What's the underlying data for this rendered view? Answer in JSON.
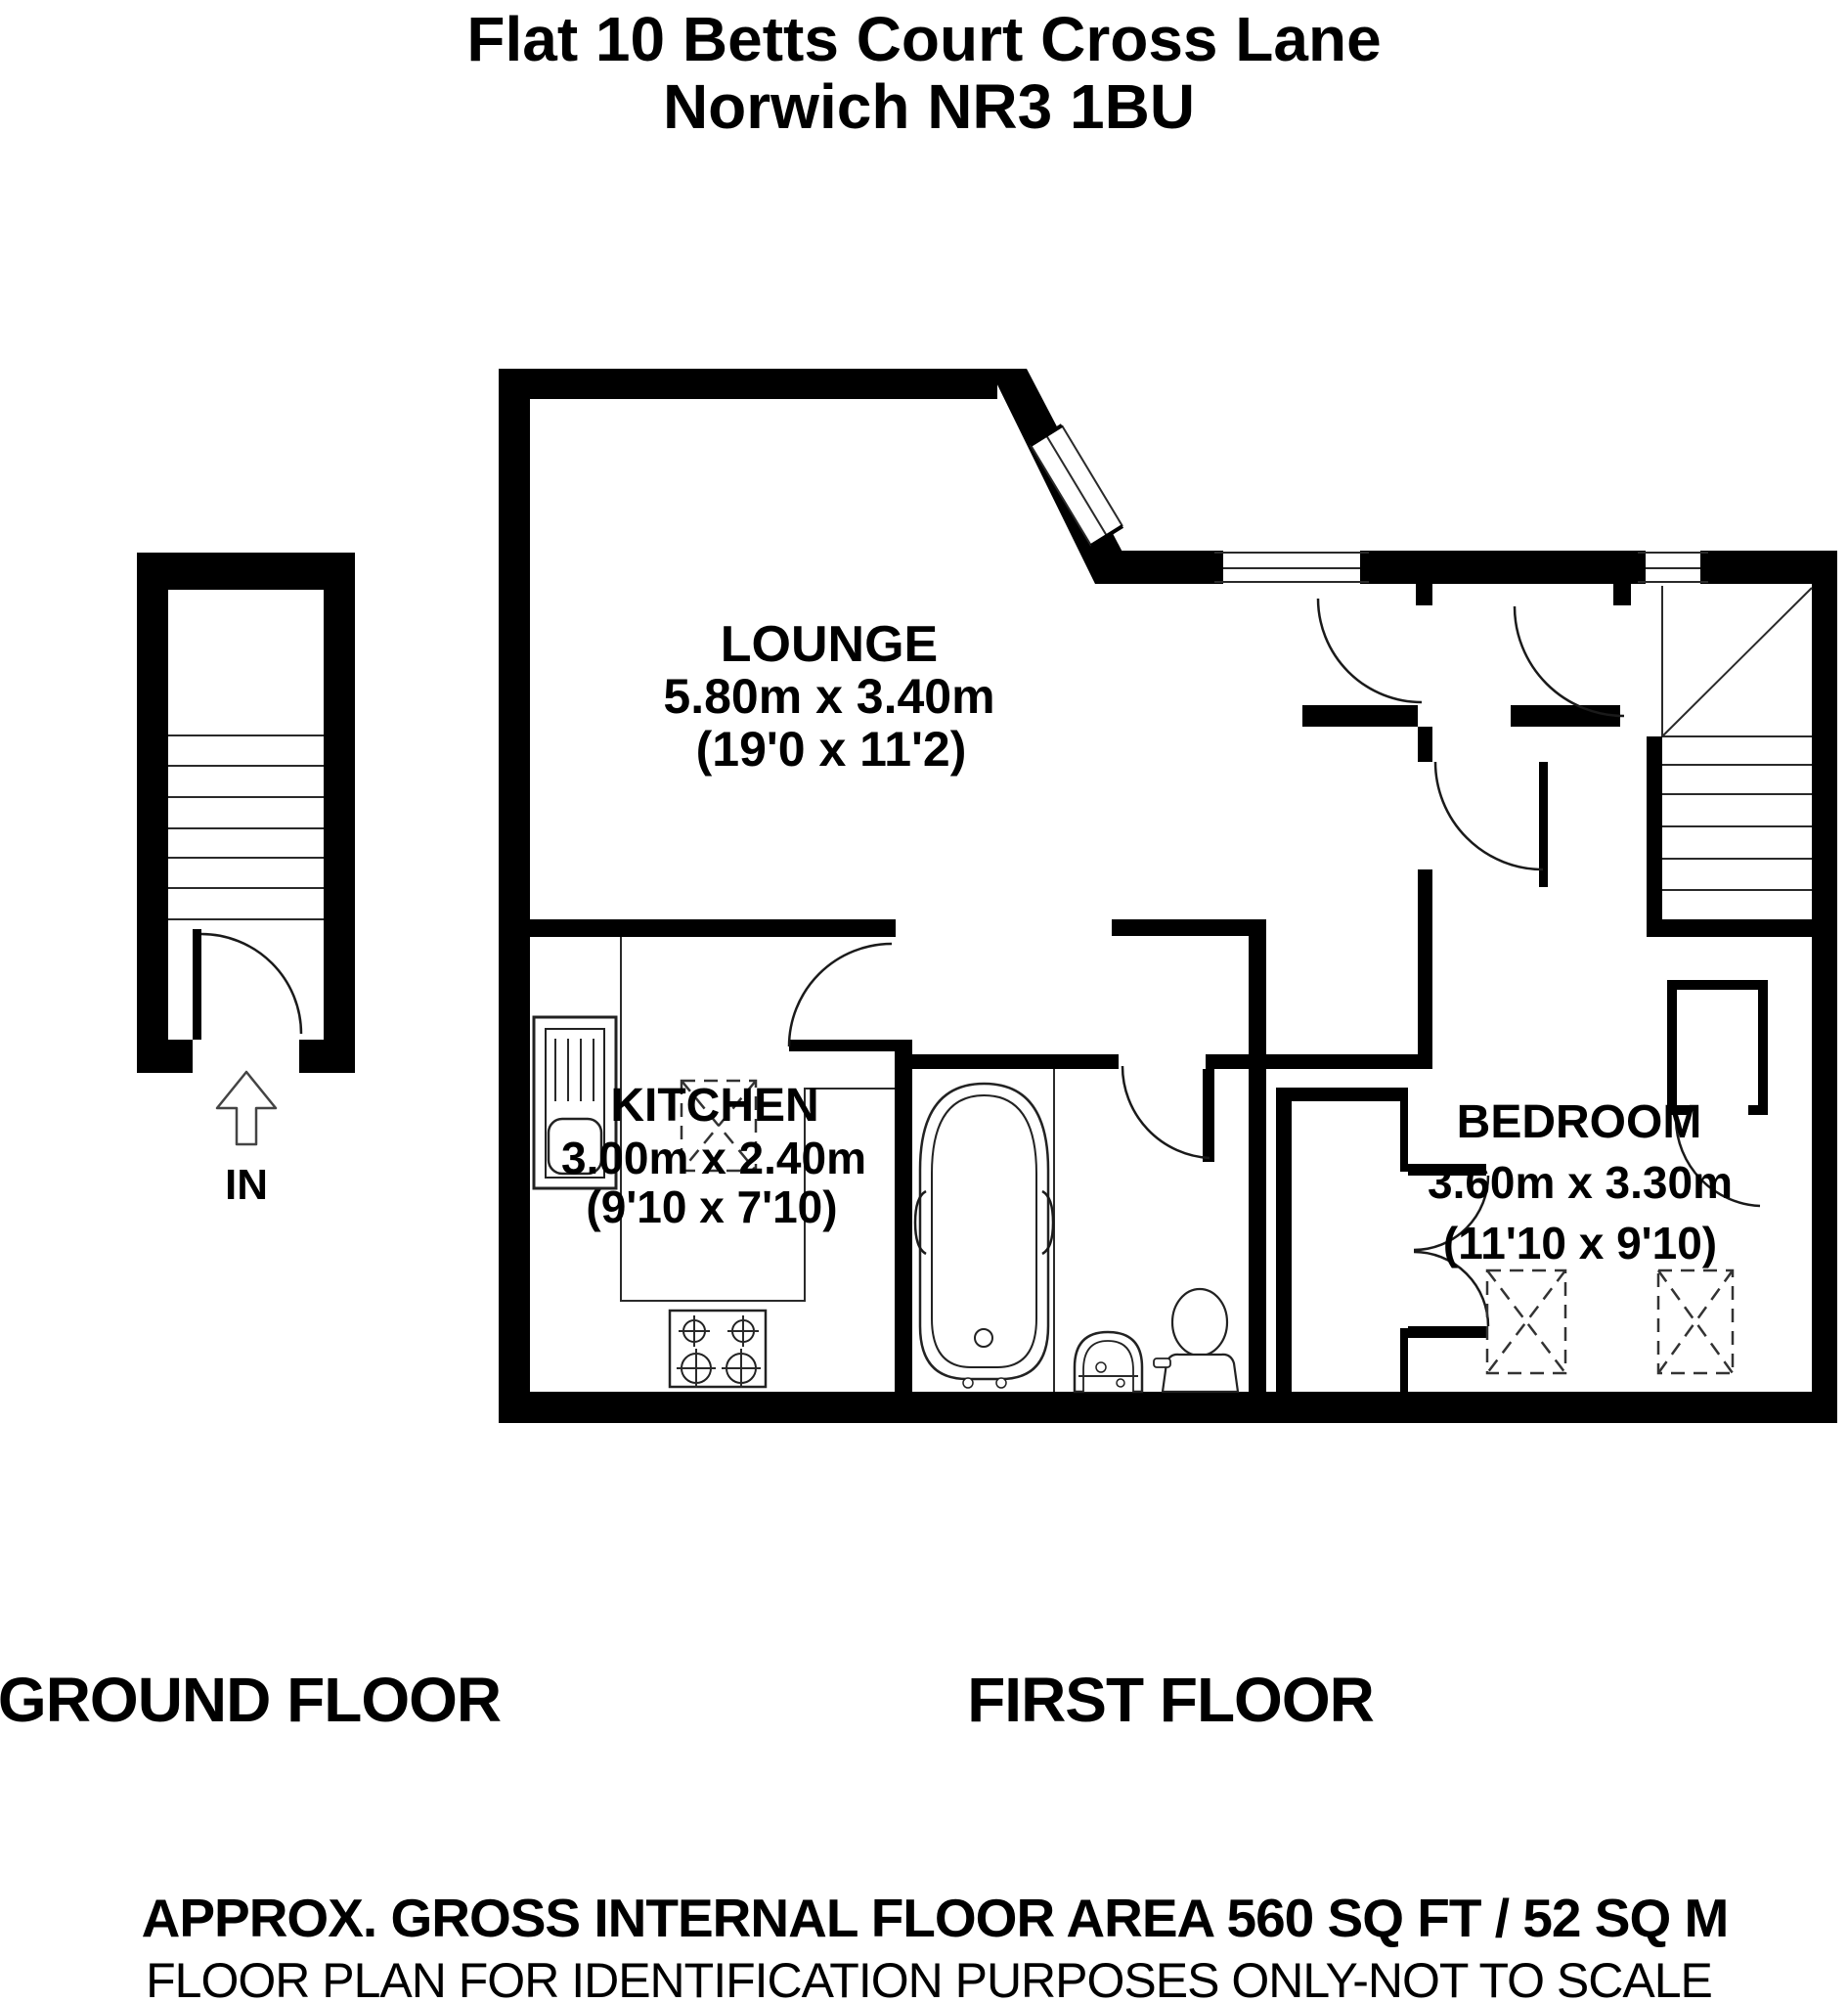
{
  "title": {
    "line1": "Flat 10 Betts Court Cross Lane",
    "line2": "Norwich NR3 1BU"
  },
  "floor_labels": {
    "ground": "GROUND FLOOR",
    "first": "FIRST FLOOR"
  },
  "entrance_label": "IN",
  "rooms": [
    {
      "name": "LOUNGE",
      "size_metric": "5.80m x 3.40m",
      "size_imperial": "(19'0 x 11'2)"
    },
    {
      "name": "KITCHEN",
      "size_metric": "3.00m x 2.40m",
      "size_imperial": "(9'10 x 7'10)"
    },
    {
      "name": "BEDROOM",
      "size_metric": "3.60m x 3.30m",
      "size_imperial": "(11'10 x 9'10)"
    }
  ],
  "footer": {
    "area_line": "APPROX. GROSS INTERNAL FLOOR AREA 560 SQ FT / 52 SQ M",
    "disclaimer_line": "FLOOR PLAN FOR IDENTIFICATION PURPOSES ONLY-NOT TO SCALE"
  },
  "colors": {
    "wall": "#000000",
    "background": "#ffffff",
    "line": "#2a2a2a"
  }
}
